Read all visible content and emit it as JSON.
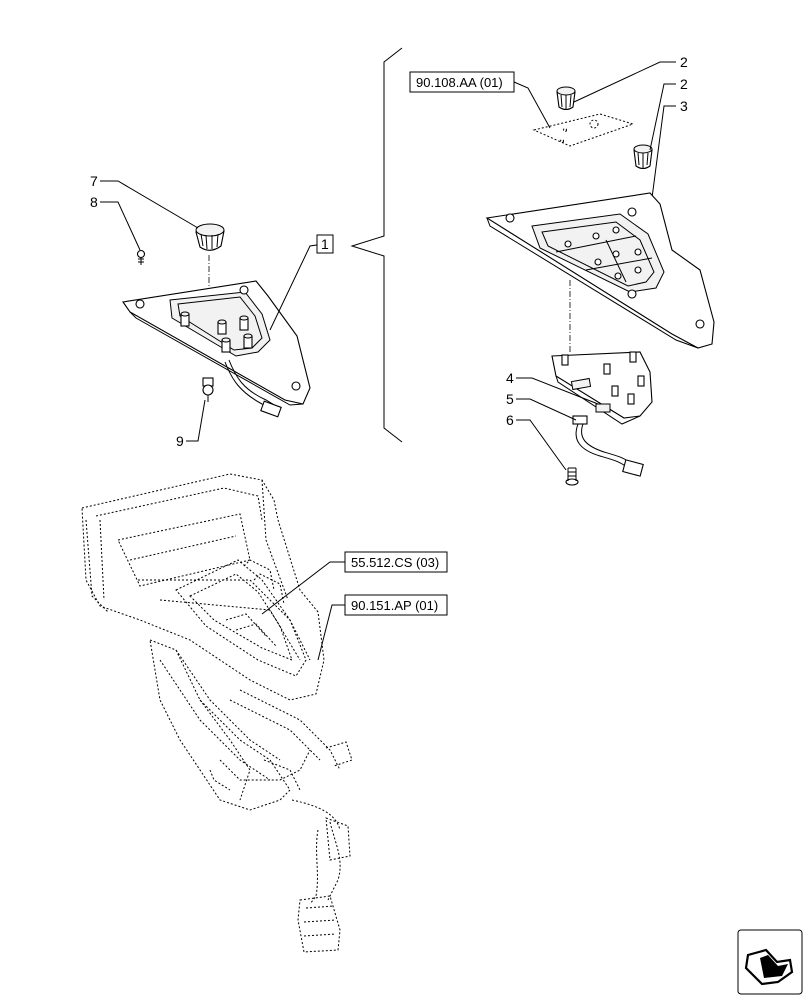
{
  "callouts": {
    "c1": "1",
    "c2a": "2",
    "c2b": "2",
    "c3": "3",
    "c4": "4",
    "c5": "5",
    "c6": "6",
    "c7": "7",
    "c8": "8",
    "c9": "9"
  },
  "references": {
    "ref_panel": "90.108.AA (01)",
    "ref_wiring": "55.512.CS (03)",
    "ref_console": "90.151.AP (01)"
  },
  "nav": {
    "icon": "next-page-arrow-icon"
  }
}
